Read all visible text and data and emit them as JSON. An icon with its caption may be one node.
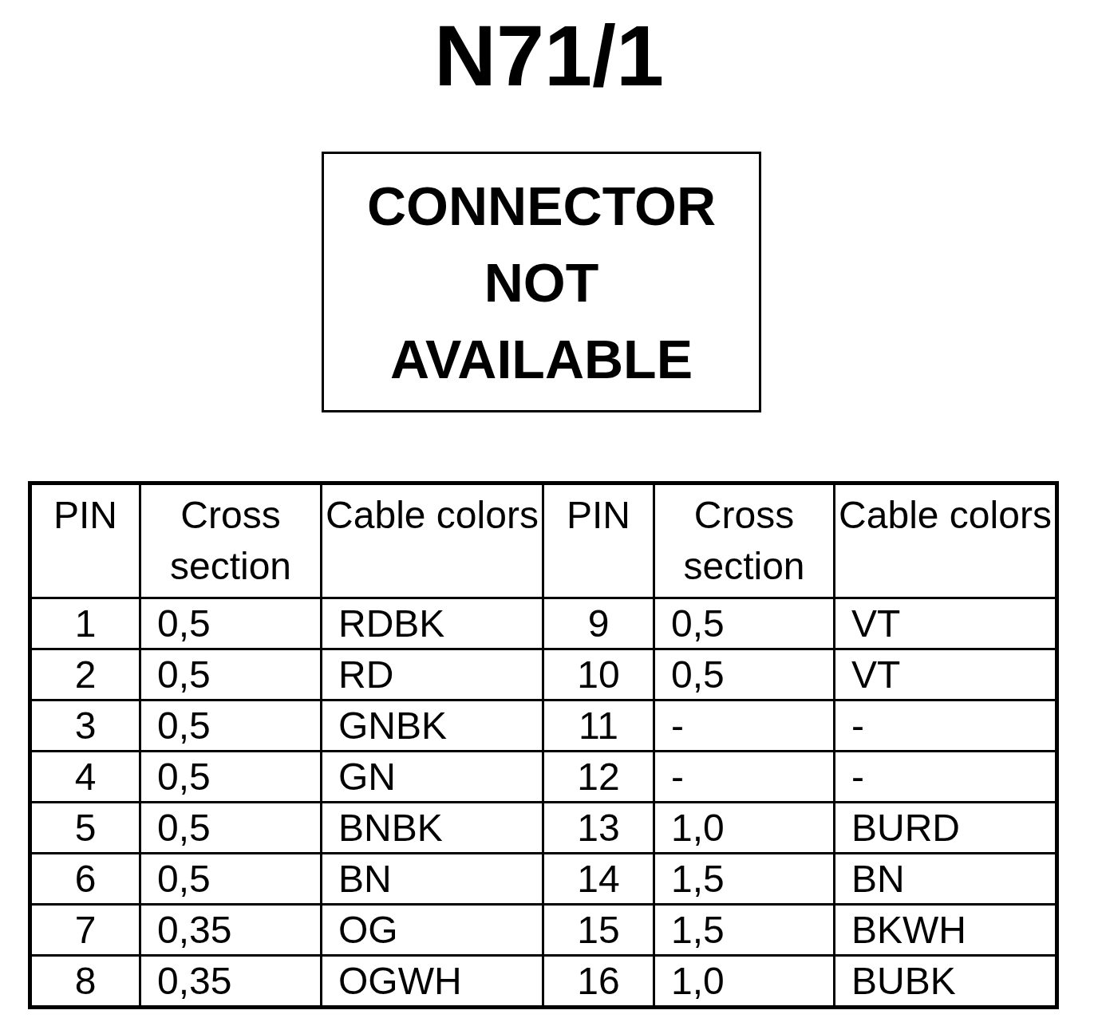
{
  "diagram": {
    "title": "N71/1",
    "nodes": [
      {
        "text": [
          "CONNECTOR NOT AVAILABLE"
        ]
      }
    ],
    "labels": [
      "PIN",
      "Cross section",
      "Cable colors",
      "PIN",
      "Cross section",
      "Cable colors",
      "1",
      "0,5",
      "RDBK",
      "9",
      "0,5",
      "VT",
      "2",
      "0,5",
      "RD",
      "10",
      "0,5",
      "VT",
      "3",
      "0,5",
      "GNBK",
      "11",
      "-",
      "-",
      "4",
      "0,5",
      "GN",
      "12",
      "-",
      "-",
      "5",
      "0,5",
      "BNBK",
      "13",
      "1,0",
      "BURD",
      "6",
      "0,5",
      "BN",
      "14",
      "1,5",
      "BN",
      "7",
      "0,35",
      "OG",
      "15",
      "1,5",
      "BKWH",
      "8",
      "0,35",
      "OGWH",
      "16",
      "1,0",
      "BUBK"
    ]
  }
}
